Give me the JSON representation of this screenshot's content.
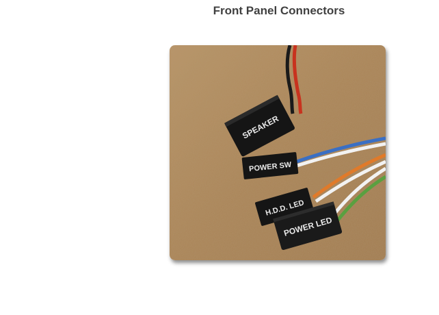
{
  "page": {
    "title": "Front Panel Connectors"
  },
  "photo": {
    "connectors": [
      {
        "label": "SPEAKER"
      },
      {
        "label": "POWER SW"
      },
      {
        "label": "H.D.D. LED"
      },
      {
        "label": "POWER LED"
      }
    ],
    "colors": {
      "cardboard": "#b08a5a",
      "connector": "#141414",
      "wire_red": "#c8321e",
      "wire_blue": "#3a6fc4",
      "wire_orange": "#e07a2a",
      "wire_green": "#5aa040",
      "wire_white": "#f2f2f2"
    }
  }
}
